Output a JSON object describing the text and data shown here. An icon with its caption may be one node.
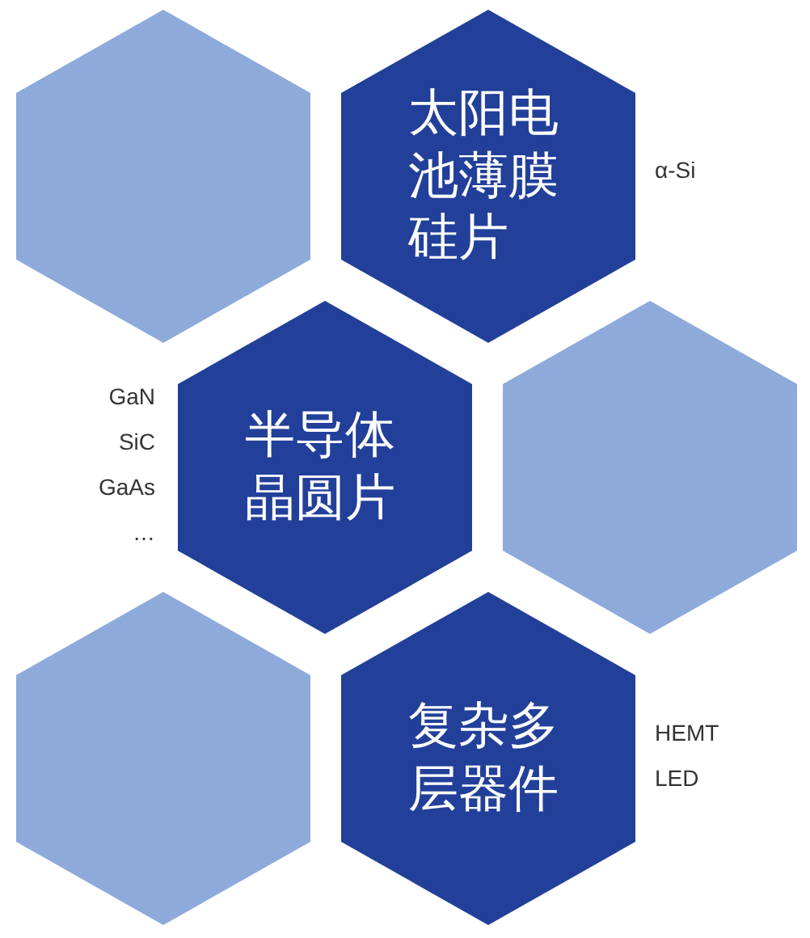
{
  "diagram": {
    "nodes": [
      {
        "text": [],
        "shape": "hexagon"
      },
      {
        "text": [
          "太阳电池薄膜硅片"
        ],
        "beside": [
          "α-Si"
        ]
      },
      {
        "text": [
          "半导体晶圆片"
        ],
        "beside": [
          "GaN",
          "SiC",
          "GaAs",
          "…"
        ]
      },
      {
        "text": [],
        "shape": "hexagon"
      },
      {
        "text": [],
        "shape": "hexagon"
      },
      {
        "text": [
          "复杂多层器件"
        ],
        "beside": [
          "HEMT",
          "LED"
        ]
      }
    ]
  }
}
